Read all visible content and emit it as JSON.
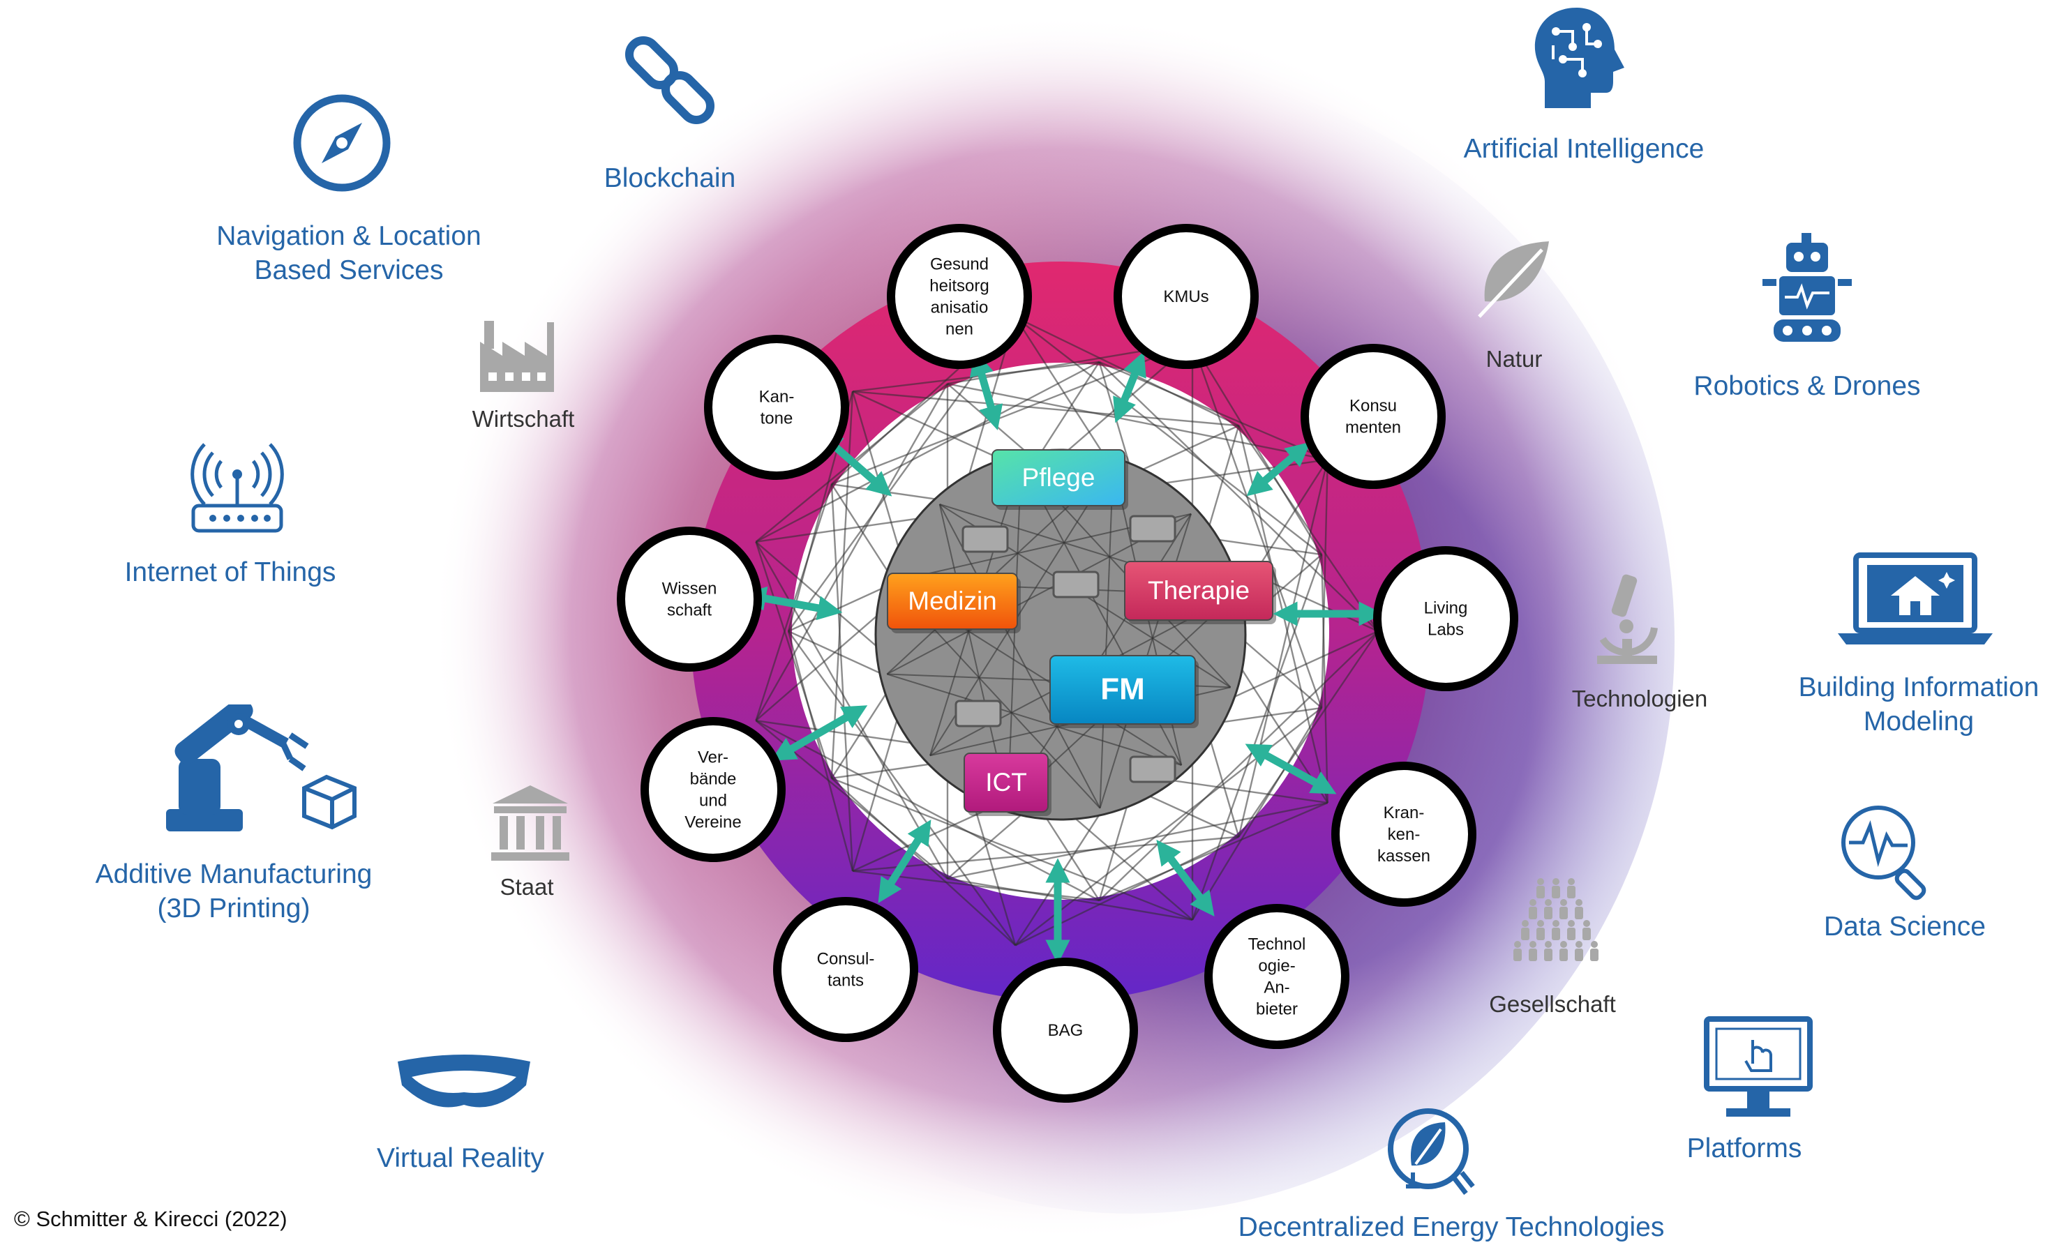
{
  "copyright": "© Schmitter & Kirecci (2022)",
  "technologies": [
    {
      "id": "navigation",
      "icon": "compass-icon",
      "lines": [
        "Navigation & Location",
        "Based Services"
      ]
    },
    {
      "id": "blockchain",
      "icon": "chain-link-icon",
      "lines": [
        "Blockchain"
      ]
    },
    {
      "id": "ai",
      "icon": "ai-head-icon",
      "lines": [
        "Artificial Intelligence"
      ]
    },
    {
      "id": "robotics",
      "icon": "robot-icon",
      "lines": [
        "Robotics & Drones"
      ]
    },
    {
      "id": "iot",
      "icon": "wifi-router-icon",
      "lines": [
        "Internet of Things"
      ]
    },
    {
      "id": "bim",
      "icon": "laptop-house-icon",
      "lines": [
        "Building Information",
        "Modeling"
      ]
    },
    {
      "id": "additive",
      "icon": "robot-arm-icon",
      "lines": [
        "Additive Manufacturing",
        "(3D Printing)"
      ]
    },
    {
      "id": "datascience",
      "icon": "magnifier-graph-icon",
      "lines": [
        "Data Science"
      ]
    },
    {
      "id": "vr",
      "icon": "vr-headset-icon",
      "lines": [
        "Virtual Reality"
      ]
    },
    {
      "id": "platforms",
      "icon": "touch-monitor-icon",
      "lines": [
        "Platforms"
      ]
    },
    {
      "id": "energy",
      "icon": "leaf-plug-icon",
      "lines": [
        "Decentralized Energy Technologies"
      ]
    }
  ],
  "environment": [
    {
      "id": "wirtschaft",
      "icon": "factory-icon",
      "label": "Wirtschaft"
    },
    {
      "id": "natur",
      "icon": "leaf-icon",
      "label": "Natur"
    },
    {
      "id": "staat",
      "icon": "government-building-icon",
      "label": "Staat"
    },
    {
      "id": "technologien",
      "icon": "microscope-icon",
      "label": "Technologien"
    },
    {
      "id": "gesellschaft",
      "icon": "people-group-icon",
      "label": "Gesellschaft"
    }
  ],
  "stakeholders": [
    {
      "id": "gesundheit",
      "lines": [
        "Gesund",
        "heitsorg",
        "anisatio",
        "nen"
      ]
    },
    {
      "id": "kmus",
      "lines": [
        "KMUs"
      ]
    },
    {
      "id": "konsumenten",
      "lines": [
        "Konsu",
        "menten"
      ]
    },
    {
      "id": "livinglabs",
      "lines": [
        "Living",
        "Labs"
      ]
    },
    {
      "id": "krankenkassen",
      "lines": [
        "Kran-",
        "ken-",
        "kassen"
      ]
    },
    {
      "id": "technologieanbieter",
      "lines": [
        "Technol",
        "ogie-",
        "An-",
        "bieter"
      ]
    },
    {
      "id": "bag",
      "lines": [
        "BAG"
      ]
    },
    {
      "id": "consultants",
      "lines": [
        "Consul-",
        "tants"
      ]
    },
    {
      "id": "verbaende",
      "lines": [
        "Ver-",
        "bände",
        "und",
        "Vereine"
      ]
    },
    {
      "id": "wissenschaft",
      "lines": [
        "Wissen",
        "schaft"
      ]
    },
    {
      "id": "kantone",
      "lines": [
        "Kan-",
        "tone"
      ]
    }
  ],
  "core_domains": [
    {
      "id": "pflege",
      "label": "Pflege"
    },
    {
      "id": "medizin",
      "label": "Medizin"
    },
    {
      "id": "therapie",
      "label": "Therapie"
    },
    {
      "id": "fm",
      "label": "FM"
    },
    {
      "id": "ict",
      "label": "ICT"
    }
  ],
  "colors": {
    "tech_blue": "#2565a8",
    "environment_gray": "#a6a6a6",
    "arrow_teal": "#2bb39a",
    "ring_magenta": "#d62a78",
    "ring_violet": "#6e2bc2",
    "core_gray": "#8e8e8e",
    "pflege": "#4fd6e0",
    "medizin": "#ff7a14",
    "therapie": "#d83a6a",
    "fm": "#0aa2d6",
    "ict": "#c92b8e"
  }
}
